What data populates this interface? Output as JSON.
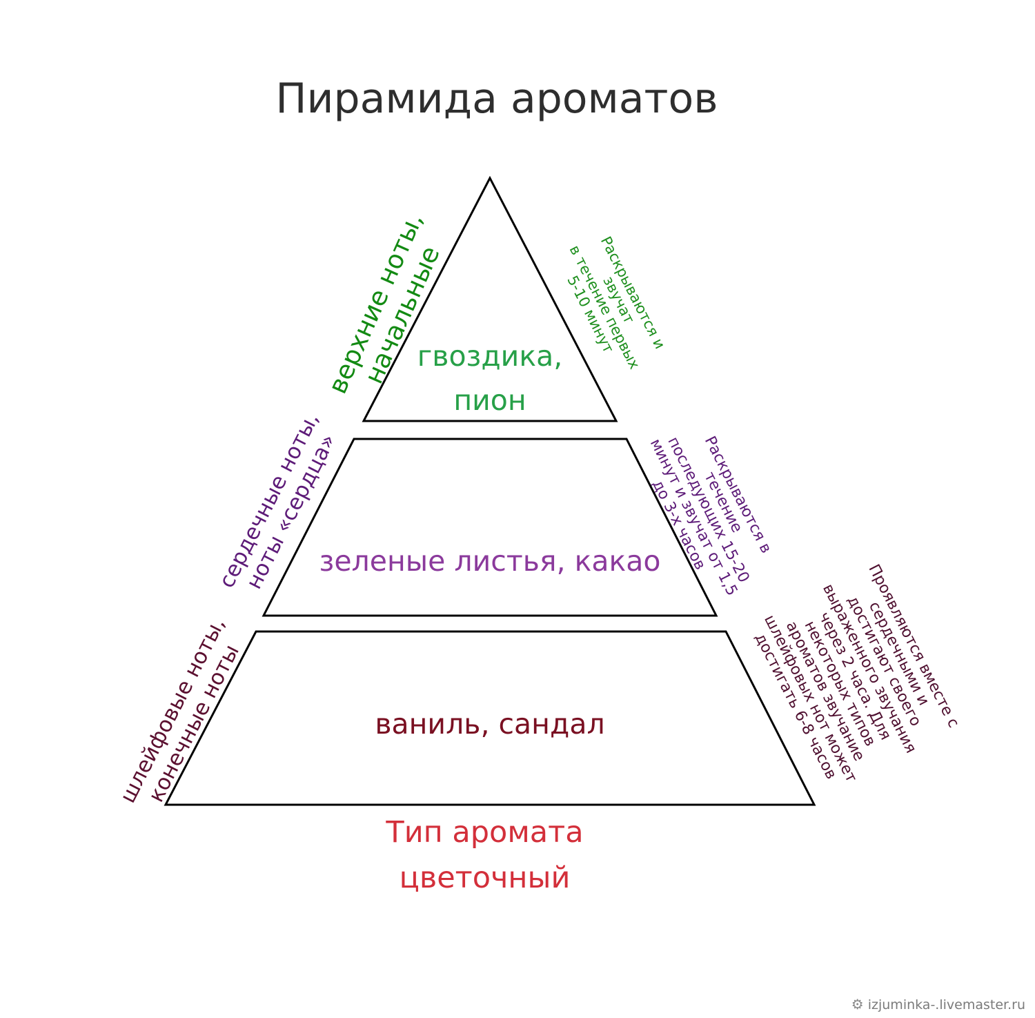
{
  "title": "Пирамида ароматов",
  "tiers": [
    {
      "name": "top",
      "color": "#27a048",
      "side_color": "#138a13",
      "note_color": "#1e8f1e",
      "ingredients_line1": "гвоздика,",
      "ingredients_line2": "пион",
      "side_label": "верхние ноты,\nначальные",
      "description": "Раскрываются и\nзвучат\nв течение первых\n5-10 минут"
    },
    {
      "name": "heart",
      "color": "#8b3a9c",
      "side_color": "#5d1b78",
      "note_color": "#5d1b78",
      "ingredients_line1": "зеленые листья, какао",
      "side_label": "сердечные ноты,\nноты «сердца»",
      "description": "Раскрываются в\nтечение\nпоследующих 15-20\nминут и звучат от 1,5\nдо 3-х часов"
    },
    {
      "name": "base",
      "color": "#7a1022",
      "side_color": "#5b1030",
      "note_color": "#4f1030",
      "ingredients_line1": "ваниль, сандал",
      "side_label": "шлейфовые ноты,\nконечные ноты",
      "description": "Проявляются вместе с\nсердечными и\nдостигают своего\nвыраженного звучания\nчерез 2 часа. Для\nнекоторых типов\nароматов звучание\nшлейфовых нот может\nдостигать 6-8 часов"
    }
  ],
  "footer": {
    "line1": "Тип аромата",
    "line2": "цветочный"
  },
  "credit": {
    "icon": "gear-icon",
    "text": "izjuminka-.livemaster.ru"
  }
}
